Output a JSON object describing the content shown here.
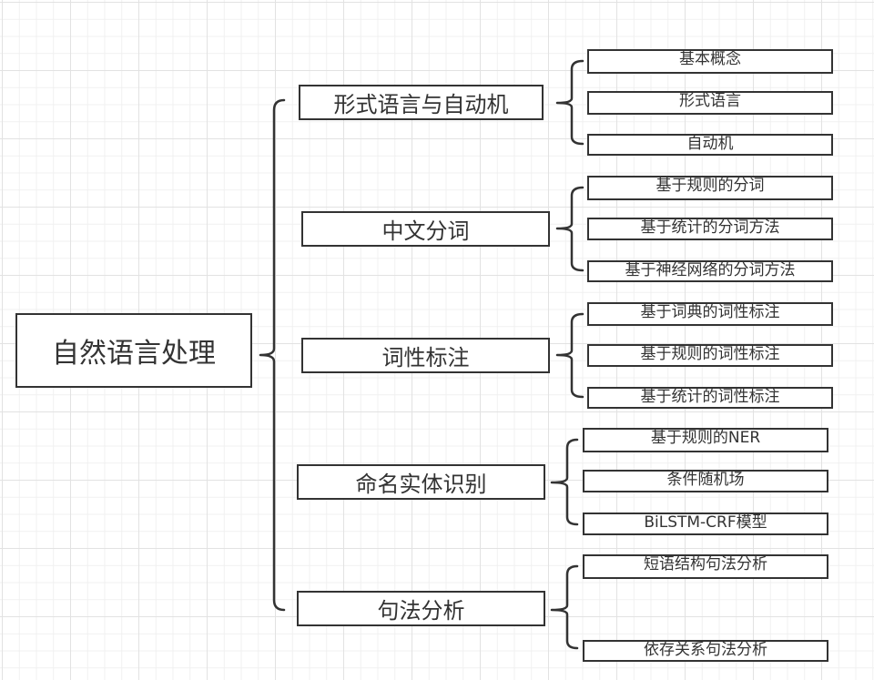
{
  "diagram": {
    "type": "mind-map-brace-tree",
    "root": {
      "label": "自然语言处理"
    },
    "branches": [
      {
        "label": "形式语言与自动机",
        "children": [
          "基本概念",
          "形式语言",
          "自动机"
        ]
      },
      {
        "label": "中文分词",
        "children": [
          "基于规则的分词",
          "基于统计的分词方法",
          "基于神经网络的分词方法"
        ]
      },
      {
        "label": "词性标注",
        "children": [
          "基于词典的词性标注",
          "基于规则的词性标注",
          "基于统计的词性标注"
        ]
      },
      {
        "label": "命名实体识别",
        "children": [
          "基于规则的NER",
          "条件随机场",
          "BiLSTM-CRF模型"
        ]
      },
      {
        "label": "句法分析",
        "children": [
          "短语结构句法分析",
          "依存关系句法分析"
        ]
      }
    ],
    "colors": {
      "stroke": "#333333",
      "text": "#333333",
      "grid": "#e2e2e2",
      "background": "#ffffff"
    }
  }
}
